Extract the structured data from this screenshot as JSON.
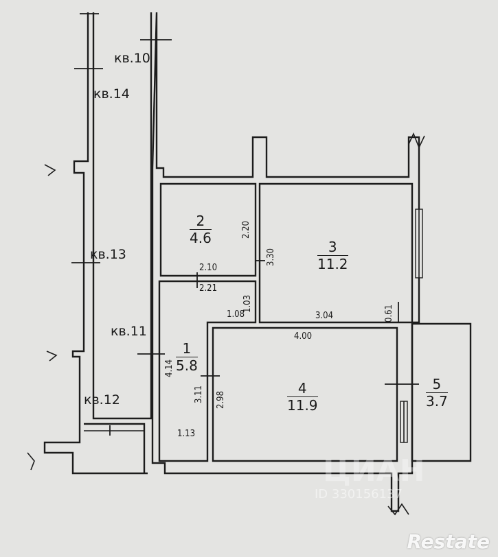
{
  "neighbors": {
    "kv10": "кв.10",
    "kv14": "кв.14",
    "kv13": "кв.13",
    "kv11": "кв.11",
    "kv12": "кв.12"
  },
  "rooms": [
    {
      "id": "1",
      "num": "1",
      "area": "5.8"
    },
    {
      "id": "2",
      "num": "2",
      "area": "4.6"
    },
    {
      "id": "3",
      "num": "3",
      "area": "11.2"
    },
    {
      "id": "4",
      "num": "4",
      "area": "11.9"
    },
    {
      "id": "5",
      "num": "5",
      "area": "3.7"
    }
  ],
  "dimensions": {
    "d_2_20": "2.20",
    "d_3_30": "3.30",
    "d_2_10": "2.10",
    "d_2_21": "2.21",
    "d_1_03": "1.03",
    "d_1_08": "1.08",
    "d_3_04": "3.04",
    "d_0_61": "0.61",
    "d_4_00": "4.00",
    "d_4_14": "4.14",
    "d_3_11": "3.11",
    "d_2_98": "2.98",
    "d_1_13": "1.13"
  },
  "watermark": {
    "logo": "ЦИАН",
    "id": "ID 330156137",
    "brand": "Restate"
  },
  "colors": {
    "paper": "#e4e4e2",
    "ink": "#1c1c1c"
  }
}
